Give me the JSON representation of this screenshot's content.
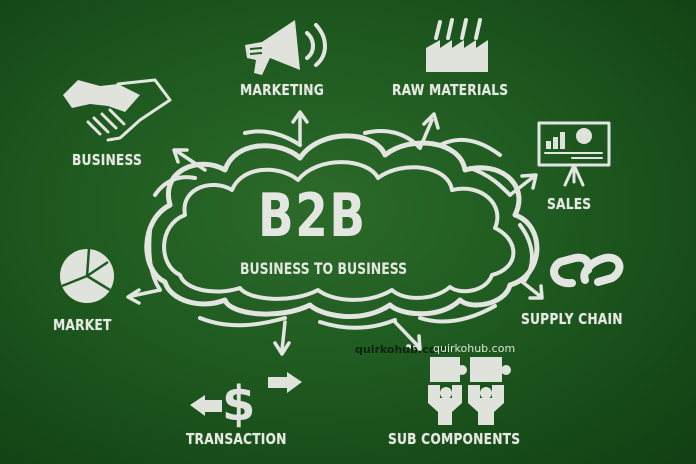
{
  "center": {
    "title": "B2B",
    "subtitle": "BUSINESS TO BUSINESS"
  },
  "nodes": [
    {
      "id": "business",
      "label": "BUSINESS",
      "icon": "handshake-icon"
    },
    {
      "id": "marketing",
      "label": "MARKETING",
      "icon": "megaphone-icon"
    },
    {
      "id": "raw_materials",
      "label": "RAW MATERIALS",
      "icon": "factory-icon"
    },
    {
      "id": "sales",
      "label": "SALES",
      "icon": "presentation-board-icon"
    },
    {
      "id": "supply_chain",
      "label": "SUPPLY CHAIN",
      "icon": "chain-link-icon"
    },
    {
      "id": "sub_components",
      "label": "SUB COMPONENTS",
      "icon": "puzzle-people-icon"
    },
    {
      "id": "transaction",
      "label": "TRANSACTION",
      "icon": "dollar-arrows-icon"
    },
    {
      "id": "market",
      "label": "MARKET",
      "icon": "pie-chart-icon"
    }
  ],
  "watermarks": [
    "quirkohub.com",
    "quirkohub.com"
  ],
  "colors": {
    "chalkboard": "#1f5a20",
    "chalk": "#e3e6e0"
  }
}
